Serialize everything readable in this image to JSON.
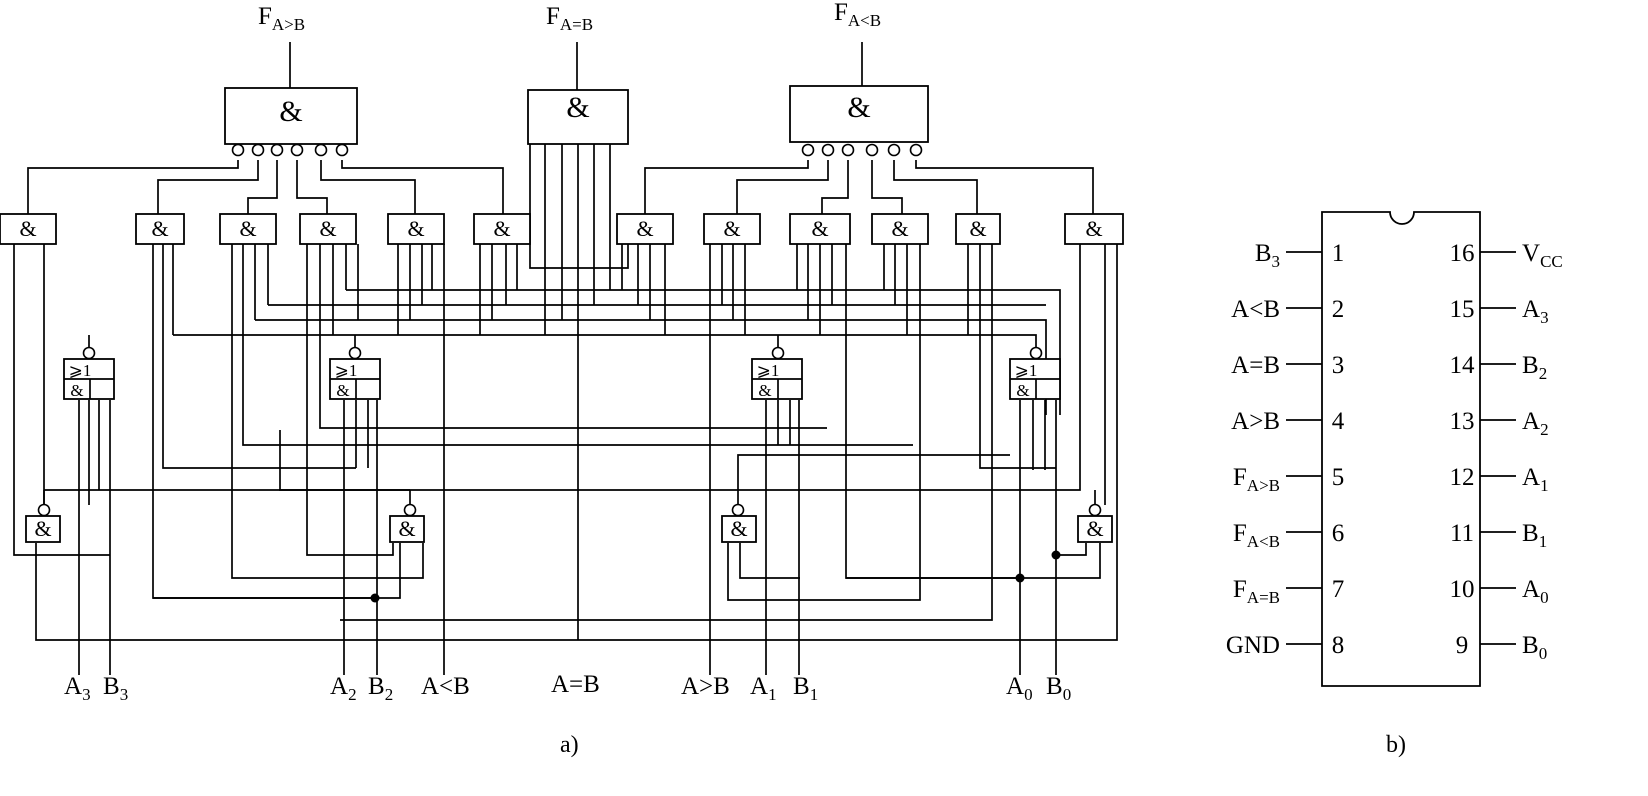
{
  "figure_a": {
    "caption": "a)",
    "outputs": {
      "gt": {
        "main": "F",
        "sub": "A>B"
      },
      "eq": {
        "main": "F",
        "sub": "A=B"
      },
      "lt": {
        "main": "F",
        "sub": "A<B"
      }
    },
    "and_symbol": "&",
    "or_symbol": "⩾1",
    "inputs": {
      "a3": {
        "main": "A",
        "sub": "3"
      },
      "b3": {
        "main": "B",
        "sub": "3"
      },
      "a2": {
        "main": "A",
        "sub": "2"
      },
      "b2": {
        "main": "B",
        "sub": "2"
      },
      "cas_lt": {
        "main": "A<B",
        "sub": ""
      },
      "cas_eq": {
        "main": "A=B",
        "sub": ""
      },
      "cas_gt": {
        "main": "A>B",
        "sub": ""
      },
      "a1": {
        "main": "A",
        "sub": "1"
      },
      "b1": {
        "main": "B",
        "sub": "1"
      },
      "a0": {
        "main": "A",
        "sub": "0"
      },
      "b0": {
        "main": "B",
        "sub": "0"
      }
    }
  },
  "figure_b": {
    "caption": "b)",
    "left_pins": [
      {
        "num": "1",
        "main": "B",
        "sub": "3"
      },
      {
        "num": "2",
        "main": "A<B",
        "sub": ""
      },
      {
        "num": "3",
        "main": "A=B",
        "sub": ""
      },
      {
        "num": "4",
        "main": "A>B",
        "sub": ""
      },
      {
        "num": "5",
        "main": "F",
        "sub": "A>B"
      },
      {
        "num": "6",
        "main": "F",
        "sub": "A<B"
      },
      {
        "num": "7",
        "main": "F",
        "sub": "A=B"
      },
      {
        "num": "8",
        "main": "GND",
        "sub": ""
      }
    ],
    "right_pins": [
      {
        "num": "16",
        "main": "V",
        "sub": "CC"
      },
      {
        "num": "15",
        "main": "A",
        "sub": "3"
      },
      {
        "num": "14",
        "main": "B",
        "sub": "2"
      },
      {
        "num": "13",
        "main": "A",
        "sub": "2"
      },
      {
        "num": "12",
        "main": "A",
        "sub": "1"
      },
      {
        "num": "11",
        "main": "B",
        "sub": "1"
      },
      {
        "num": "10",
        "main": "A",
        "sub": "0"
      },
      {
        "num": "9",
        "main": "B",
        "sub": "0"
      }
    ]
  }
}
